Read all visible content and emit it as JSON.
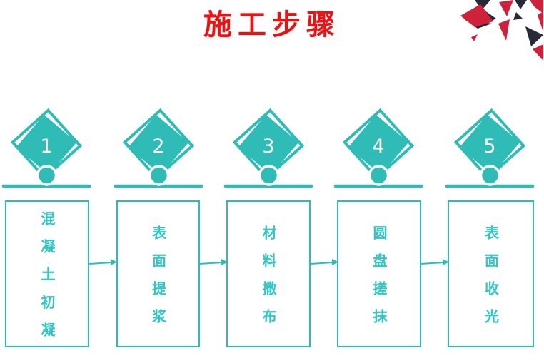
{
  "slide": {
    "title": "施工步骤"
  },
  "colors": {
    "accent": "#2fbcb6",
    "text-accent": "#31c5c5",
    "title-red": "#ee1111",
    "deco-red": "#cf2139",
    "deco-dark": "#252a38"
  },
  "steps": [
    {
      "number": "1",
      "label": "混凝土初凝"
    },
    {
      "number": "2",
      "label": "表面提浆"
    },
    {
      "number": "3",
      "label": "材料撒布"
    },
    {
      "number": "4",
      "label": "圆盘搓抹"
    },
    {
      "number": "5",
      "label": "表面收光"
    }
  ],
  "icons": {
    "decoration": "shatter-triangles",
    "connector": "right-arrow"
  }
}
